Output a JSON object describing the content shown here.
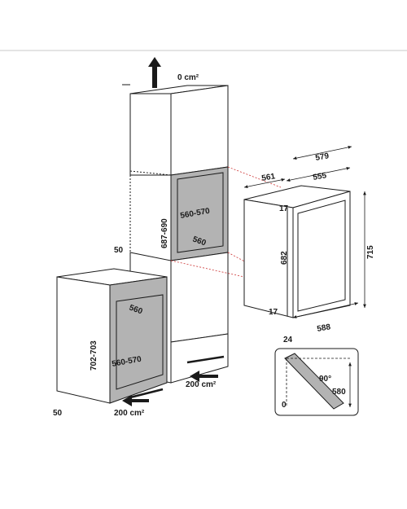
{
  "colors": {
    "line": "#1a1a1a",
    "cavity": "#b3b3b3",
    "dotted": "#cc3333",
    "rule": "#c8c8c8"
  },
  "icons": {
    "vent_up": "up-arrow-icon",
    "vent_in": "right-arrow-icon"
  },
  "tall_unit": {
    "vent_top": "0 cm²",
    "vent_bottom": "200 cm²",
    "height_range": "687-690",
    "width_range": "560-570",
    "depth": "560",
    "gap": "50"
  },
  "base_unit": {
    "height_range": "702-703",
    "width_range": "560-570",
    "depth": "560",
    "gap": "50",
    "vent_bottom": "200 cm²"
  },
  "appliance": {
    "overall_depth": "579",
    "side_depth": "561",
    "body_width": "555",
    "body_height": "682",
    "overall_height": "715",
    "top_offset": "17",
    "bottom_offset": "17",
    "plinth": "24",
    "door_depth": "588"
  },
  "door_detail": {
    "angle": "90°",
    "width": "580",
    "offset": "0"
  }
}
